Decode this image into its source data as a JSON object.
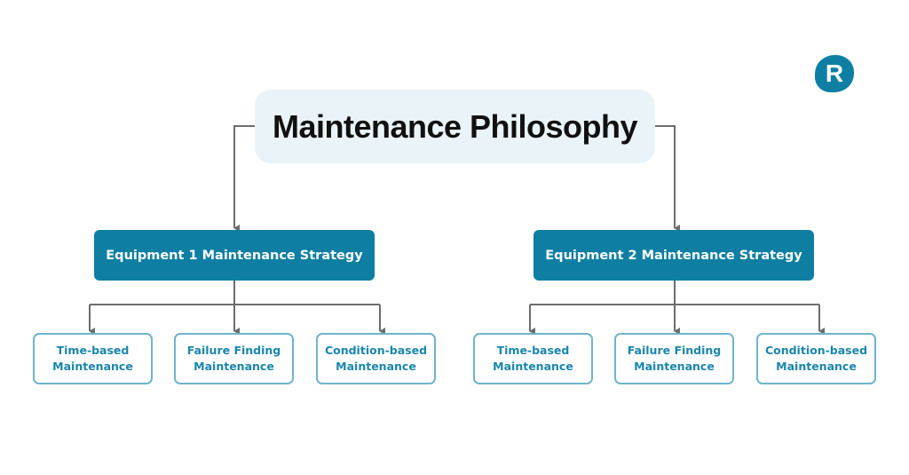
{
  "title": "Maintenance Philosophy",
  "logo": {
    "letter": "R",
    "color": "#0e7fa3"
  },
  "colors": {
    "accent": "#0e7fa3",
    "title_bg": "#eaf3f8",
    "connector": "#6d6d6d"
  },
  "strategies": [
    {
      "label": "Equipment 1 Maintenance Strategy",
      "children": [
        {
          "l1": "Time-based",
          "l2": "Maintenance"
        },
        {
          "l1": "Failure Finding",
          "l2": "Maintenance"
        },
        {
          "l1": "Condition-based",
          "l2": "Maintenance"
        }
      ]
    },
    {
      "label": "Equipment 2 Maintenance Strategy",
      "children": [
        {
          "l1": "Time-based",
          "l2": "Maintenance"
        },
        {
          "l1": "Failure Finding",
          "l2": "Maintenance"
        },
        {
          "l1": "Condition-based",
          "l2": "Maintenance"
        }
      ]
    }
  ]
}
